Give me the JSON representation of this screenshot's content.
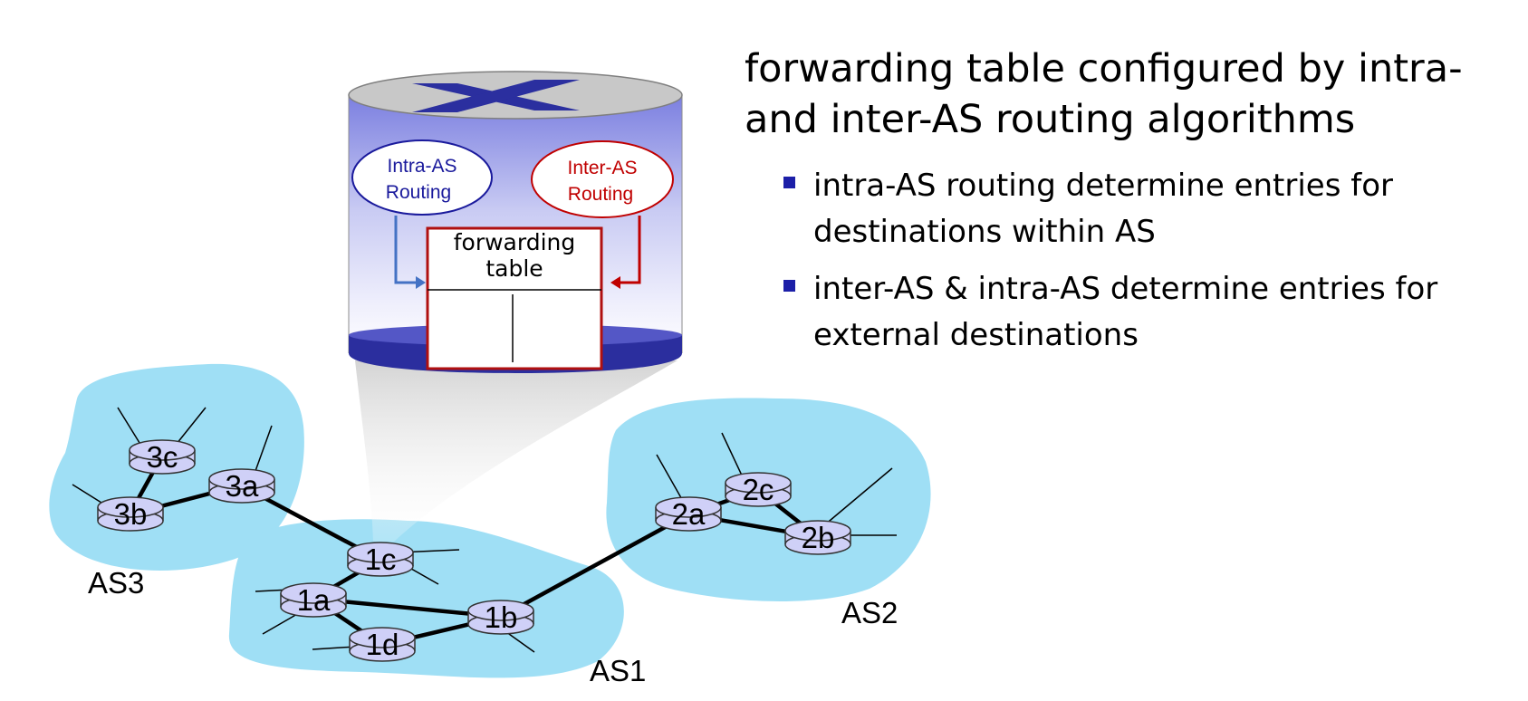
{
  "headline": "forwarding table  configured by intra- and inter-AS routing algorithms",
  "bullets": [
    "intra-AS routing determine entries for destinations within AS",
    "inter-AS & intra-AS determine entries for external destinations"
  ],
  "router_box": {
    "intra_label": [
      "Intra-AS",
      "Routing"
    ],
    "inter_label": [
      "Inter-AS",
      "Routing"
    ],
    "table_label": [
      "forwarding",
      "table"
    ]
  },
  "as_labels": {
    "as1": "AS1",
    "as2": "AS2",
    "as3": "AS3"
  },
  "routers": {
    "r1a": "1a",
    "r1b": "1b",
    "r1c": "1c",
    "r1d": "1d",
    "r2a": "2a",
    "r2b": "2b",
    "r2c": "2c",
    "r3a": "3a",
    "r3b": "3b",
    "r3c": "3c"
  },
  "colors": {
    "as_cloud": "#9fdff5",
    "router_fill": "#cfd0f7",
    "intra_blue": "#1a1a9c",
    "inter_red": "#c00000",
    "bullet": "#1c1fa8"
  }
}
